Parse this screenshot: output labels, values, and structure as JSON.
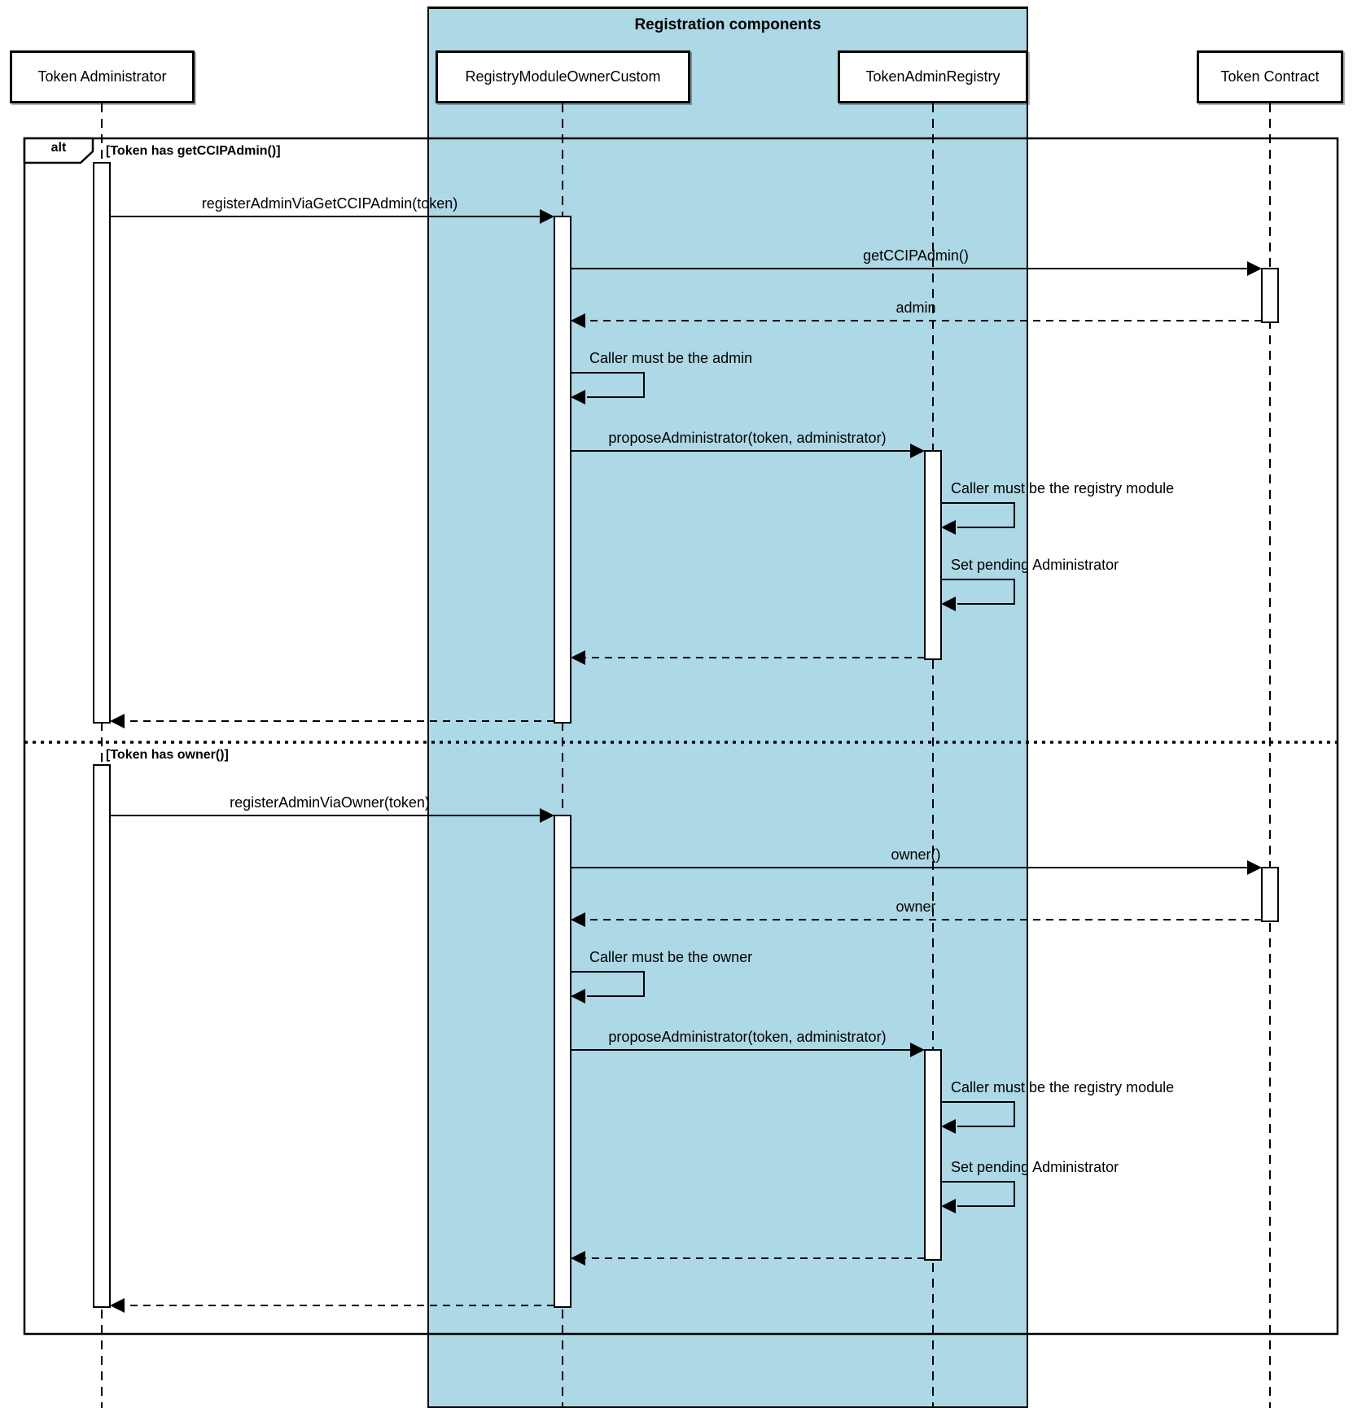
{
  "diagram": {
    "type": "uml-sequence",
    "title": "Registration components",
    "colors": {
      "container_fill": "#ADD8E6",
      "line": "#000000",
      "shape_fill": "#FFFFFF",
      "text": "#000000"
    },
    "participants": [
      {
        "id": "token-administrator",
        "label": "Token Administrator"
      },
      {
        "id": "registry-module-owner-custom",
        "label": "RegistryModuleOwnerCustom"
      },
      {
        "id": "token-admin-registry",
        "label": "TokenAdminRegistry"
      },
      {
        "id": "token-contract",
        "label": "Token Contract"
      }
    ],
    "frame": {
      "operator": "alt",
      "conditions": [
        "[Token has getCCIPAdmin()]",
        "[Token has owner()]"
      ]
    },
    "messages": [
      {
        "section": 0,
        "from": "Token Administrator",
        "to": "RegistryModuleOwnerCustom",
        "label": "registerAdminViaGetCCIPAdmin(token)",
        "type": "sync"
      },
      {
        "section": 0,
        "from": "RegistryModuleOwnerCustom",
        "to": "Token Contract",
        "label": "getCCIPAdmin()",
        "type": "sync"
      },
      {
        "section": 0,
        "from": "Token Contract",
        "to": "RegistryModuleOwnerCustom",
        "label": "admin",
        "type": "return"
      },
      {
        "section": 0,
        "from": "RegistryModuleOwnerCustom",
        "to": "RegistryModuleOwnerCustom",
        "label": "Caller must be the admin",
        "type": "self"
      },
      {
        "section": 0,
        "from": "RegistryModuleOwnerCustom",
        "to": "TokenAdminRegistry",
        "label": "proposeAdministrator(token, administrator)",
        "type": "sync"
      },
      {
        "section": 0,
        "from": "TokenAdminRegistry",
        "to": "TokenAdminRegistry",
        "label": "Caller must be the registry module",
        "type": "self"
      },
      {
        "section": 0,
        "from": "TokenAdminRegistry",
        "to": "TokenAdminRegistry",
        "label": "Set pending Administrator",
        "type": "self"
      },
      {
        "section": 0,
        "from": "TokenAdminRegistry",
        "to": "RegistryModuleOwnerCustom",
        "label": "",
        "type": "return"
      },
      {
        "section": 0,
        "from": "RegistryModuleOwnerCustom",
        "to": "Token Administrator",
        "label": "",
        "type": "return"
      },
      {
        "section": 1,
        "from": "Token Administrator",
        "to": "RegistryModuleOwnerCustom",
        "label": "registerAdminViaOwner(token)",
        "type": "sync"
      },
      {
        "section": 1,
        "from": "RegistryModuleOwnerCustom",
        "to": "Token Contract",
        "label": "owner()",
        "type": "sync"
      },
      {
        "section": 1,
        "from": "Token Contract",
        "to": "RegistryModuleOwnerCustom",
        "label": "owner",
        "type": "return"
      },
      {
        "section": 1,
        "from": "RegistryModuleOwnerCustom",
        "to": "RegistryModuleOwnerCustom",
        "label": "Caller must be the owner",
        "type": "self"
      },
      {
        "section": 1,
        "from": "RegistryModuleOwnerCustom",
        "to": "TokenAdminRegistry",
        "label": "proposeAdministrator(token, administrator)",
        "type": "sync"
      },
      {
        "section": 1,
        "from": "TokenAdminRegistry",
        "to": "TokenAdminRegistry",
        "label": "Caller must be the registry module",
        "type": "self"
      },
      {
        "section": 1,
        "from": "TokenAdminRegistry",
        "to": "TokenAdminRegistry",
        "label": "Set pending Administrator",
        "type": "self"
      },
      {
        "section": 1,
        "from": "TokenAdminRegistry",
        "to": "RegistryModuleOwnerCustom",
        "label": "",
        "type": "return"
      },
      {
        "section": 1,
        "from": "RegistryModuleOwnerCustom",
        "to": "Token Administrator",
        "label": "",
        "type": "return"
      }
    ]
  }
}
